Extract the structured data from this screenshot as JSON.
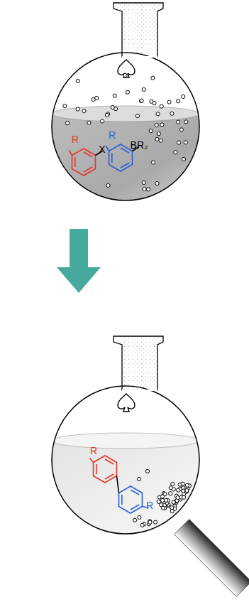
{
  "diagram": {
    "labels": [
      "R",
      "X",
      "R",
      "BR₂",
      "R",
      "R"
    ]
  }
}
